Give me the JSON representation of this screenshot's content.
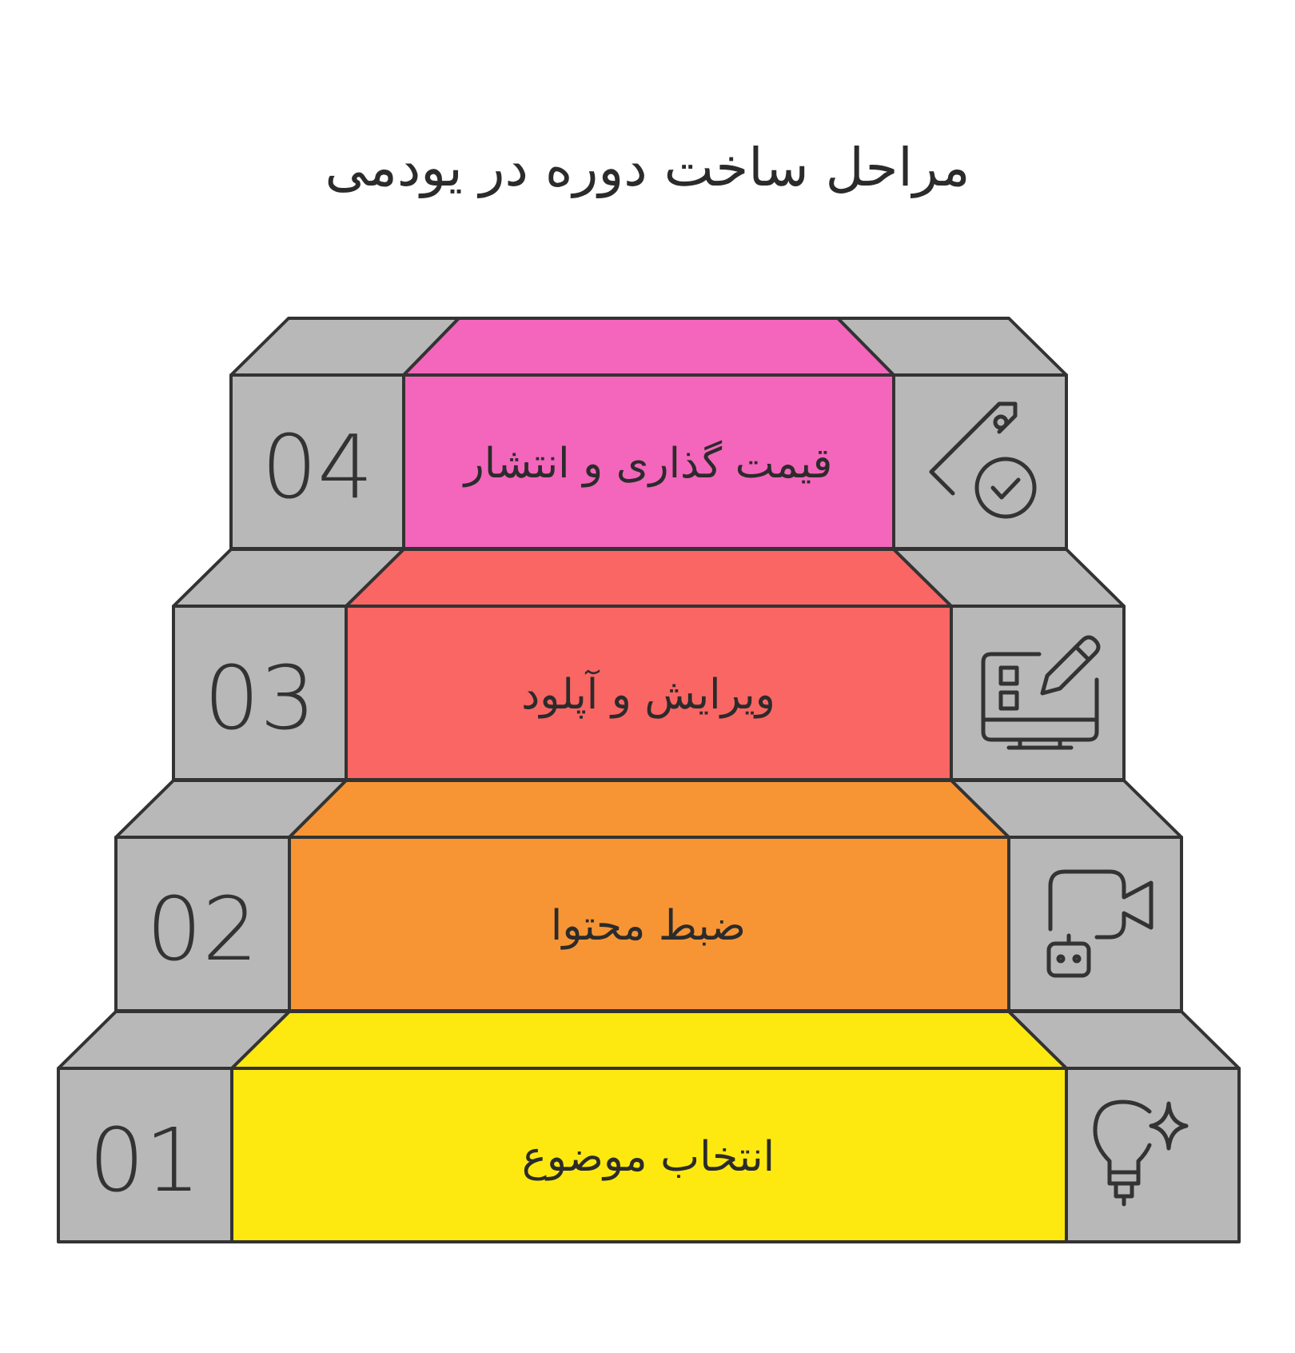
{
  "title": "مراحل ساخت دوره در یودمی",
  "steps": [
    {
      "number": "01",
      "label": "انتخاب موضوع",
      "color": "#fde910",
      "icon": "lightbulb-sparkle-icon"
    },
    {
      "number": "02",
      "label": "ضبط محتوا",
      "color": "#f79535",
      "icon": "video-camera-robot-icon"
    },
    {
      "number": "03",
      "label": "ویرایش و آپلود",
      "color": "#f96664",
      "icon": "monitor-edit-icon"
    },
    {
      "number": "04",
      "label": "قیمت گذاری و انتشار",
      "color": "#f366bc",
      "icon": "price-tag-check-icon"
    }
  ],
  "colors": {
    "side": "#b8b8b8",
    "stroke": "#333333"
  }
}
